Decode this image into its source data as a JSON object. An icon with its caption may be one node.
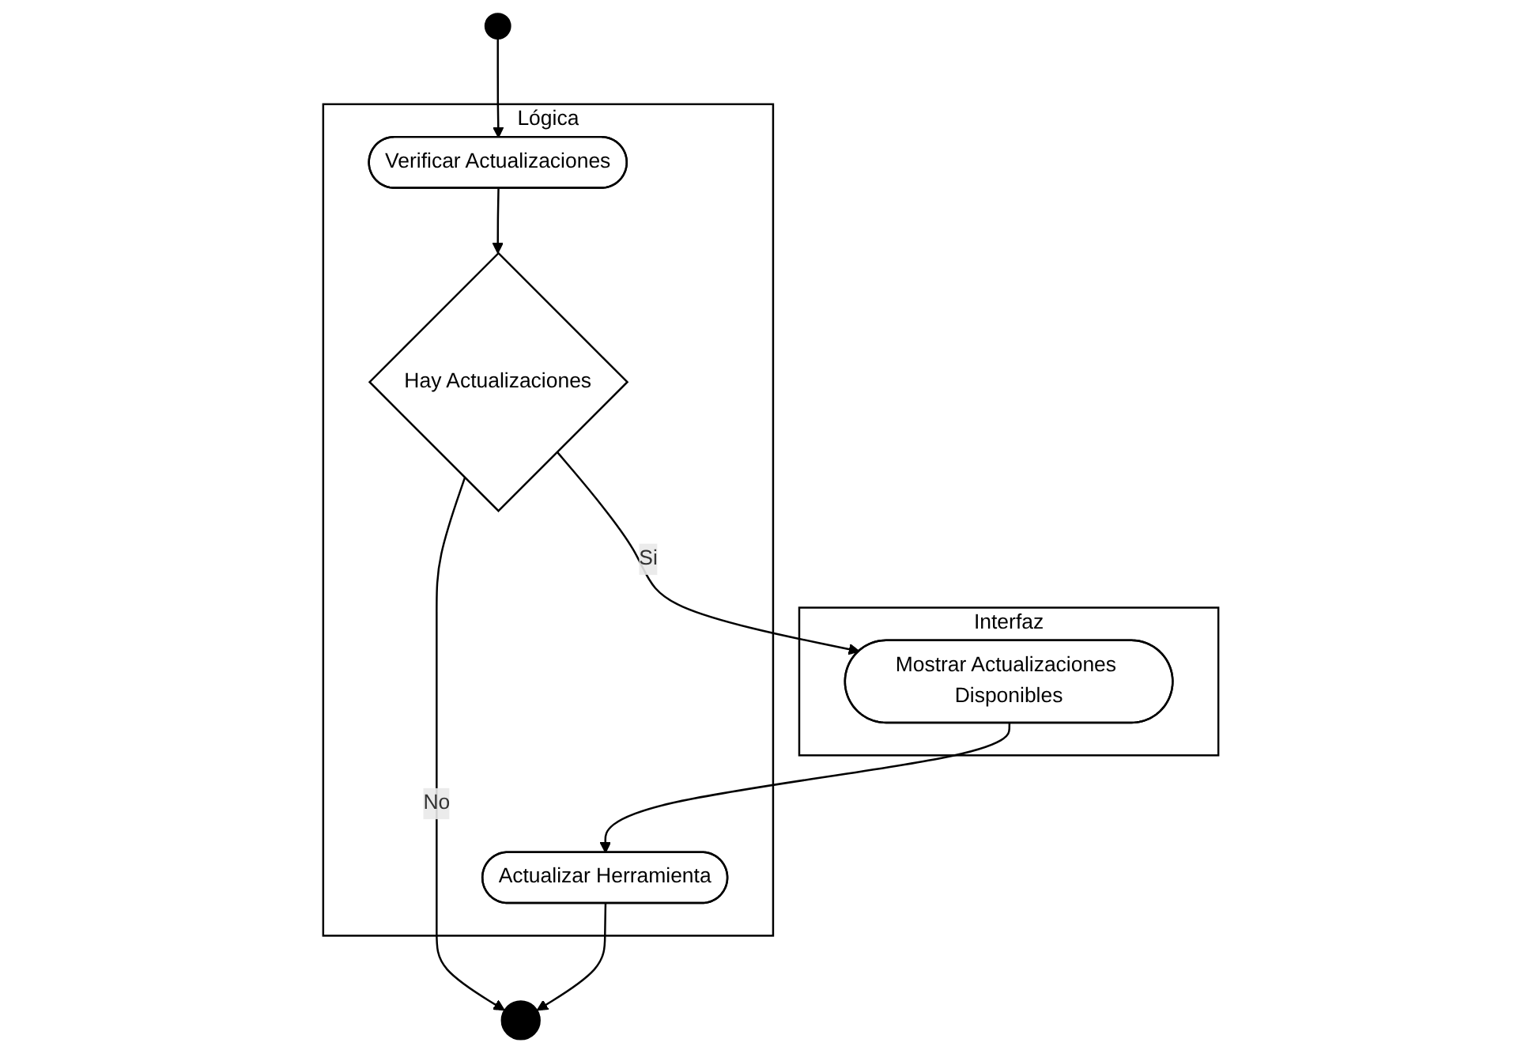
{
  "diagram": {
    "nodes": [
      {
        "text": [],
        "shape": "circle"
      },
      {
        "text": [
          "Interfaz"
        ]
      },
      {
        "text": [
          "Lógica"
        ]
      },
      {
        "text": [
          "Verificar Actualizaciones"
        ],
        "in": 2
      },
      {
        "text": [
          "Hay Actualizaciones"
        ],
        "in": 2
      },
      {
        "text": [
          "Mostrar Actualizaciones Disponibles"
        ],
        "in": 1
      },
      {
        "text": [
          "Actualizar Herramienta"
        ],
        "in": 2
      },
      {
        "text": [],
        "shape": "circle"
      }
    ],
    "edges": [
      {
        "from": 0,
        "to": 3,
        "arrow": "to"
      },
      {
        "from": 3,
        "to": 4,
        "arrow": "to"
      },
      {
        "from": 4,
        "to": 5,
        "label": "Si",
        "arrow": "to"
      },
      {
        "from": 4,
        "to": 7,
        "label": "No",
        "arrow": "to"
      },
      {
        "from": 5,
        "to": 6,
        "arrow": "to"
      },
      {
        "from": 6,
        "to": 7,
        "arrow": "to"
      }
    ]
  }
}
